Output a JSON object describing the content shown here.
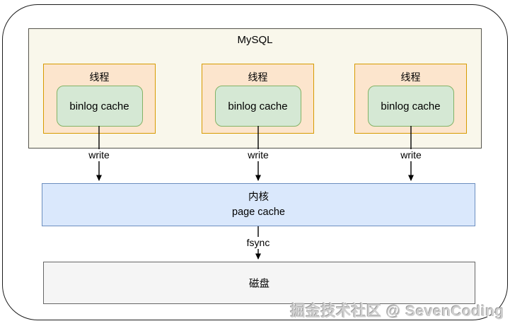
{
  "diagram": {
    "title": "MySQL",
    "threads": [
      {
        "label": "线程",
        "cache_label": "binlog cache",
        "arrow_label": "write"
      },
      {
        "label": "线程",
        "cache_label": "binlog cache",
        "arrow_label": "write"
      },
      {
        "label": "线程",
        "cache_label": "binlog cache",
        "arrow_label": "write"
      }
    ],
    "kernel_box": {
      "line1": "内核",
      "line2": "page cache"
    },
    "fsync_arrow_label": "fsync",
    "disk_box_label": "磁盘",
    "watermark": "掘金技术社区 @ SevenCoding",
    "colors": {
      "mysql_fill": "#F9F7EB",
      "mysql_border": "#55544c",
      "thread_fill": "#FCE5CD",
      "thread_border": "#D79B00",
      "cache_fill": "#D5E8D4",
      "cache_border": "#82B366",
      "kernel_fill": "#DAE8FC",
      "kernel_border": "#6C8EBF",
      "disk_fill": "#F5F5F5",
      "disk_border": "#666666",
      "arrow": "#000000"
    }
  }
}
